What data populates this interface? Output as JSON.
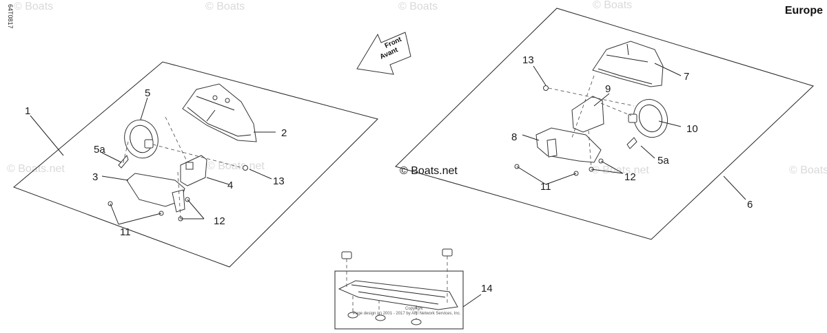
{
  "region_label": "Europe",
  "side_code": "64T0817",
  "front_arrow": {
    "line1": "Front",
    "line2": "Avant"
  },
  "watermark": "© Boats.net",
  "watermark_short": "© Boats",
  "copyright_line1": "Copyright",
  "copyright_line2": "Page design (c) 2001 - 2017 by ARI Network Services, Inc.",
  "colors": {
    "line": "#222222",
    "watermark": "#d9d9d9"
  },
  "callouts": {
    "c1": "1",
    "c2": "2",
    "c3": "3",
    "c4": "4",
    "c5": "5",
    "c5a": "5a",
    "c6": "6",
    "c7": "7",
    "c8": "8",
    "c9": "9",
    "c10": "10",
    "c11": "11",
    "c12": "12",
    "c13": "13",
    "c14": "14",
    "r5a": "5a",
    "r11": "11",
    "r12": "12",
    "r13": "13"
  }
}
